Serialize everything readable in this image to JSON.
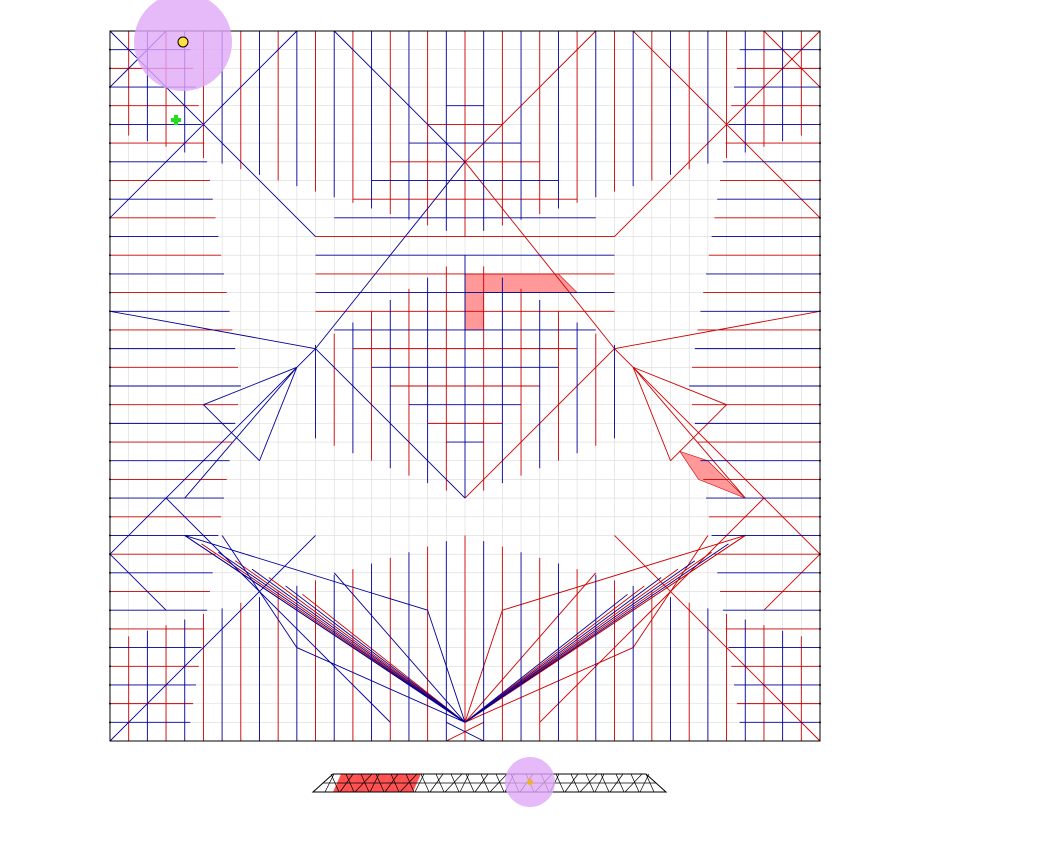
{
  "app": {
    "view": "crease-pattern-editor"
  },
  "colors": {
    "background": "#ffffff",
    "grid": "#d9d9d9",
    "border": "#000000",
    "mountain": "#cc0000",
    "valley": "#000099",
    "highlight_fill": "#ff9999",
    "cursor_halo": "#e0a8f8",
    "cursor_dot": "#ffe040",
    "add_marker": "#22dd22",
    "preview_fill": "#ff3333",
    "preview_line": "#000000"
  },
  "grid": {
    "divisions": 38
  },
  "tools": {
    "cursor_icon": "circle-cursor-icon",
    "add_point_icon": "plus-icon"
  },
  "folded_preview": {
    "state": "folded",
    "highlighted_segments": 5
  }
}
